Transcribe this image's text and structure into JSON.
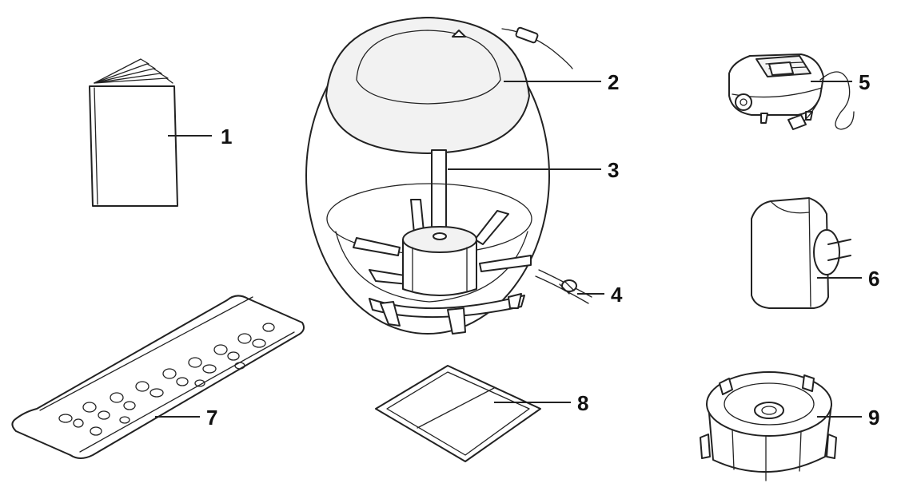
{
  "callouts": [
    {
      "id": "1",
      "label": "1",
      "part": "instruction-booklet-icon"
    },
    {
      "id": "2",
      "label": "2",
      "part": "aquarium-lid-icon"
    },
    {
      "id": "3",
      "label": "3",
      "part": "air-tube-column-icon"
    },
    {
      "id": "4",
      "label": "4",
      "part": "air-valve-icon"
    },
    {
      "id": "5",
      "label": "5",
      "part": "air-pump-icon"
    },
    {
      "id": "6",
      "label": "6",
      "part": "power-adapter-icon"
    },
    {
      "id": "7",
      "label": "7",
      "part": "ceramic-media-bag-icon"
    },
    {
      "id": "8",
      "label": "8",
      "part": "sachet-icon"
    },
    {
      "id": "9",
      "label": "9",
      "part": "filter-cartridge-icon"
    }
  ]
}
